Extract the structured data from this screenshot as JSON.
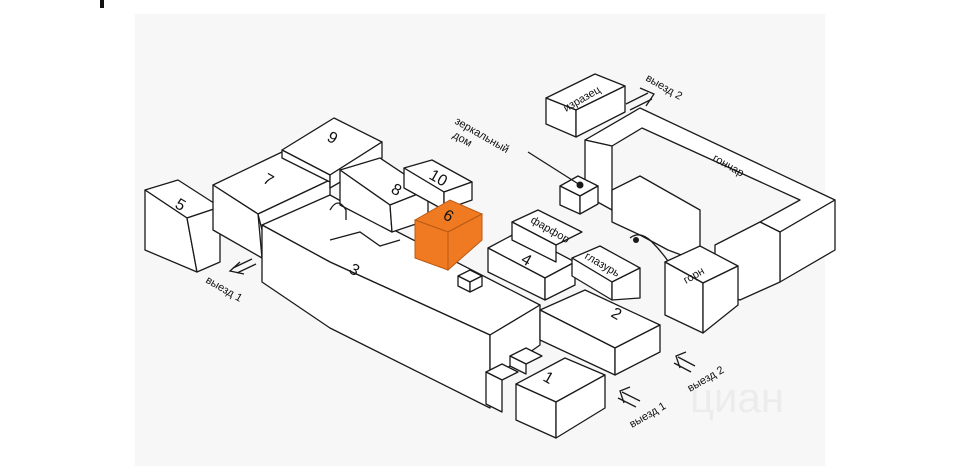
{
  "colors": {
    "highlight": "#F07A22",
    "outline": "#1a1a1a",
    "background": "#ffffff",
    "frame_shade": "#f7f7f7"
  },
  "plan": {
    "buildings": {
      "b1": "1",
      "b2": "2",
      "b3": "3",
      "b4": "4",
      "b5": "5",
      "b6": "6",
      "b7": "7",
      "b8": "8",
      "b9": "9",
      "b10": "10"
    },
    "labels": {
      "izrazets": "изразец",
      "gonchar": "гончар",
      "gorn": "горн",
      "farfor": "фарфор",
      "glazur": "глазурь",
      "mirror_house_line1": "зеркальный",
      "mirror_house_line2": "дом"
    },
    "exits": {
      "exit1_left": "выезд 1",
      "exit1_bottom": "выезд 1",
      "exit2_top": "выезд 2",
      "exit2_right": "выезд 2"
    },
    "highlighted_building": "6"
  },
  "watermark": "циан",
  "icons": {
    "exit-arrow-icon": "double-line arrow",
    "pointer-dot-icon": "filled circle"
  }
}
